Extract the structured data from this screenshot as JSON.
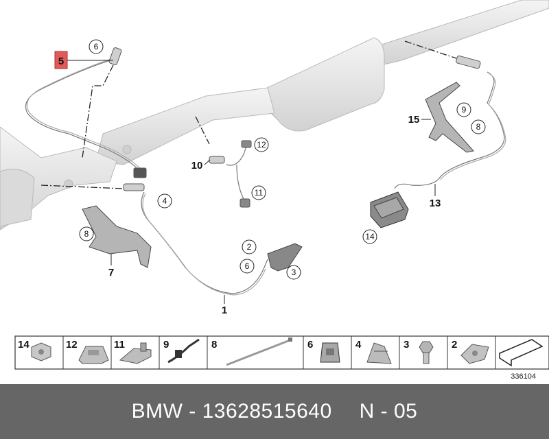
{
  "callouts": {
    "c6_top": "6",
    "c5": "5",
    "c10": "10",
    "c12": "12",
    "c11": "11",
    "c4": "4",
    "c8_left": "8",
    "c7": "7",
    "c2": "2",
    "c6_mid": "6",
    "c3": "3",
    "c1": "1",
    "c9": "9",
    "c15": "15",
    "c8_right": "8",
    "c13": "13",
    "c14": "14"
  },
  "parts_strip": [
    {
      "number": "14",
      "icon": "nut-icon"
    },
    {
      "number": "12",
      "icon": "cable-clip-icon"
    },
    {
      "number": "11",
      "icon": "bracket-plate-icon"
    },
    {
      "number": "9",
      "icon": "cable-tie-clip-icon"
    },
    {
      "number": "8",
      "icon": "cable-tie-icon"
    },
    {
      "number": "6",
      "icon": "plastic-clip-icon"
    },
    {
      "number": "4",
      "icon": "spring-clip-icon"
    },
    {
      "number": "3",
      "icon": "flange-bolt-icon"
    },
    {
      "number": "2",
      "icon": "cage-nut-icon"
    },
    {
      "number": "",
      "icon": "arrow-symbol-icon"
    }
  ],
  "diagram_number": "336104",
  "footer": {
    "brand": "BMW",
    "separator": " - ",
    "part_number": "13628515640",
    "page": "N - 05"
  },
  "colors": {
    "footer_bg": "#666666",
    "highlight_box": "#e05a5a",
    "pipe_fill": "#e9e9e9"
  }
}
